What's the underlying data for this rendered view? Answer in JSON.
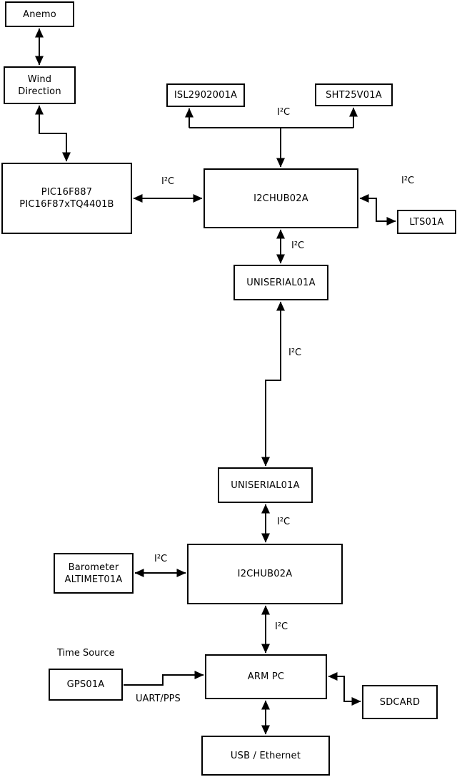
{
  "diagram": {
    "title_hint": "sensor bus block diagram",
    "colors": {
      "line": "#000000",
      "background": "#ffffff",
      "box_fill": "#ffffff",
      "text": "#000000"
    },
    "nodes": {
      "anemo": {
        "label": "Anemo"
      },
      "wind": {
        "label": "Wind\nDirection"
      },
      "pic": {
        "label": "PIC16F887\nPIC16F87xTQ4401B"
      },
      "isl": {
        "label": "ISL2902001A"
      },
      "sht": {
        "label": "SHT25V01A"
      },
      "i2chub_top": {
        "label": "I2CHUB02A"
      },
      "lts": {
        "label": "LTS01A"
      },
      "uniserial_top": {
        "label": "UNISERIAL01A"
      },
      "uniserial_bottom": {
        "label": "UNISERIAL01A"
      },
      "barometer": {
        "label": "Barometer\nALTIMET01A"
      },
      "i2chub_bottom": {
        "label": "I2CHUB02A"
      },
      "arm_pc": {
        "label": "ARM PC"
      },
      "gps": {
        "label": "GPS01A"
      },
      "sdcard": {
        "label": "SDCARD"
      },
      "usb_ethernet": {
        "label": "USB / Ethernet"
      }
    },
    "edge_labels": {
      "i2c_pic_hub": "I²C",
      "i2c_top_bus": "I²C",
      "i2c_hub_lts": "I²C",
      "i2c_hub_uni": "I²C",
      "i2c_uni_uni": "I²C",
      "i2c_uni_hub2": "I²C",
      "i2c_baro_hub2": "I²C",
      "i2c_hub2_arm": "I²C",
      "uart_pps": "UART/PPS"
    },
    "annotations": {
      "time_source": "Time Source"
    }
  }
}
